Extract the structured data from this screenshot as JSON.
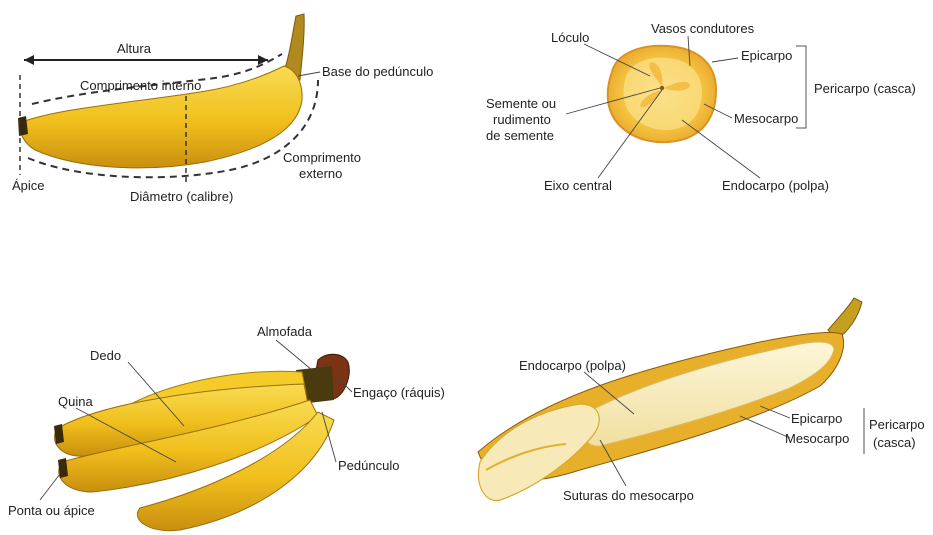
{
  "panel_whole_banana": {
    "altura": "Altura",
    "comprimento_interno": "Comprimento interno",
    "base_do_pedunculo": "Base do pedúnculo",
    "comprimento_externo_l1": "Comprimento",
    "comprimento_externo_l2": "externo",
    "apice": "Ápice",
    "diametro": "Diâmetro (calibre)"
  },
  "panel_cross_section": {
    "loculo": "Lóculo",
    "vasos_condutores": "Vasos condutores",
    "epicarpo": "Epicarpo",
    "pericarpo": "Pericarpo (casca)",
    "semente_l1": "Semente ou",
    "semente_l2": "rudimento",
    "semente_l3": "de semente",
    "mesocarpo": "Mesocarpo",
    "eixo_central": "Eixo central",
    "endocarpo": "Endocarpo (polpa)"
  },
  "panel_bunch": {
    "almofada": "Almofada",
    "dedo": "Dedo",
    "engaco": "Engaço (ráquis)",
    "quina": "Quina",
    "pedunculo": "Pedúnculo",
    "ponta_ou_apice": "Ponta ou ápice"
  },
  "panel_peeled": {
    "endocarpo": "Endocarpo (polpa)",
    "epicarpo": "Epicarpo",
    "mesocarpo": "Mesocarpo",
    "pericarpo_l1": "Pericarpo",
    "pericarpo_l2": "(casca)",
    "suturas": "Suturas do mesocarpo"
  },
  "colors": {
    "banana_yellow": "#f2c21a",
    "banana_light": "#f8dc52",
    "banana_dark": "#c9900e",
    "stem_brown": "#5a3410",
    "pulp": "#fbf1cc",
    "slice": "#f6c640"
  }
}
